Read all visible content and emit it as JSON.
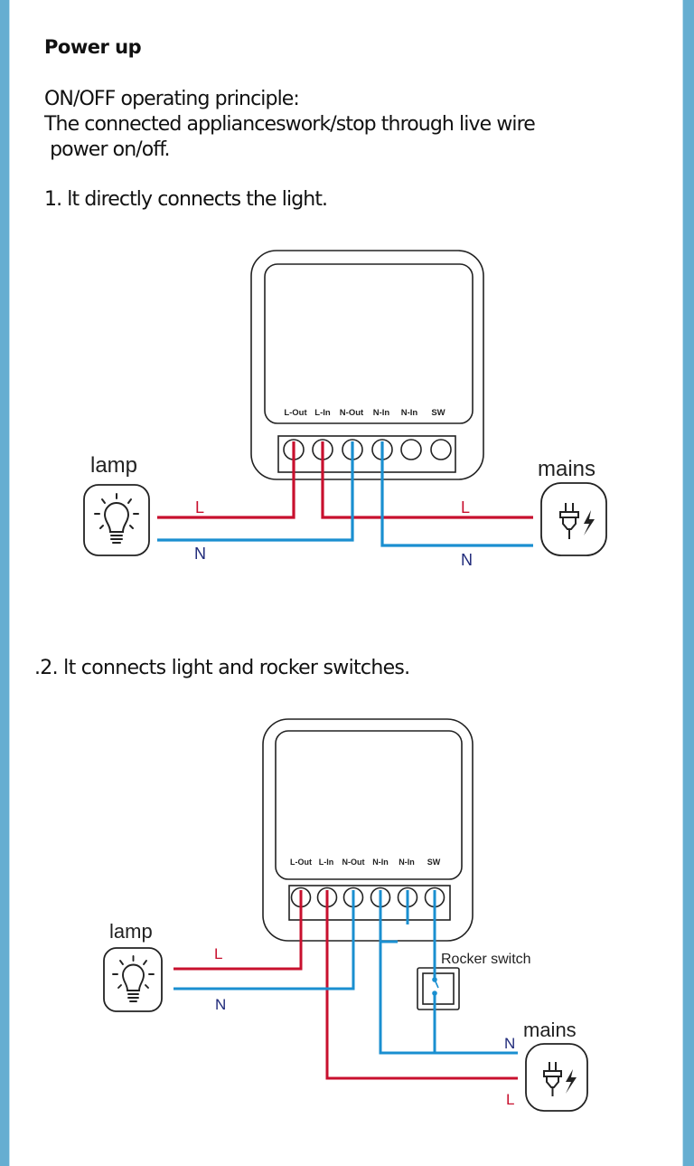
{
  "page": {
    "title": "Power up",
    "principle_heading": "ON/OFF operating principle:",
    "principle_line1": "The connected applianceswork/stop through live wire",
    "principle_line2": " power on/off.",
    "section1_heading": "1. lt directly connects the light.",
    "section2_heading": ".2. lt connects light and rocker switches."
  },
  "colors": {
    "side_border": "#66aed1",
    "live_wire": "#c8102e",
    "neutral_wire": "#1a8fd0",
    "neutral_label": "#1f2a7a",
    "live_label": "#c8102e",
    "outline": "#222222"
  },
  "diagram1": {
    "terminals": [
      "L-Out",
      "L-In",
      "N-Out",
      "N-In",
      "N-In",
      "SW"
    ],
    "lamp_label": "lamp",
    "mains_label": "mains",
    "wire_labels": {
      "lamp_live": "L",
      "lamp_neutral": "N",
      "mains_live": "L",
      "mains_neutral": "N"
    },
    "connections": [
      {
        "from": "lamp",
        "wire": "L",
        "to": "L-Out"
      },
      {
        "from": "lamp",
        "wire": "N",
        "to": "N-Out"
      },
      {
        "from": "mains",
        "wire": "L",
        "to": "L-In"
      },
      {
        "from": "mains",
        "wire": "N",
        "to": "N-In"
      }
    ]
  },
  "diagram2": {
    "terminals": [
      "L-Out",
      "L-In",
      "N-Out",
      "N-In",
      "N-In",
      "SW"
    ],
    "lamp_label": "lamp",
    "mains_label": "mains",
    "switch_label": "Rocker switch",
    "wire_labels": {
      "lamp_live": "L",
      "lamp_neutral": "N",
      "mains_live": "L",
      "mains_neutral": "N"
    },
    "connections": [
      {
        "from": "lamp",
        "wire": "L",
        "to": "L-Out"
      },
      {
        "from": "lamp",
        "wire": "N",
        "to": "N-Out"
      },
      {
        "from": "mains",
        "wire": "L",
        "to": "L-In"
      },
      {
        "from": "mains",
        "wire": "N",
        "to": "N-In"
      },
      {
        "from": "rocker-switch",
        "wire": "N",
        "to": "SW"
      }
    ]
  }
}
